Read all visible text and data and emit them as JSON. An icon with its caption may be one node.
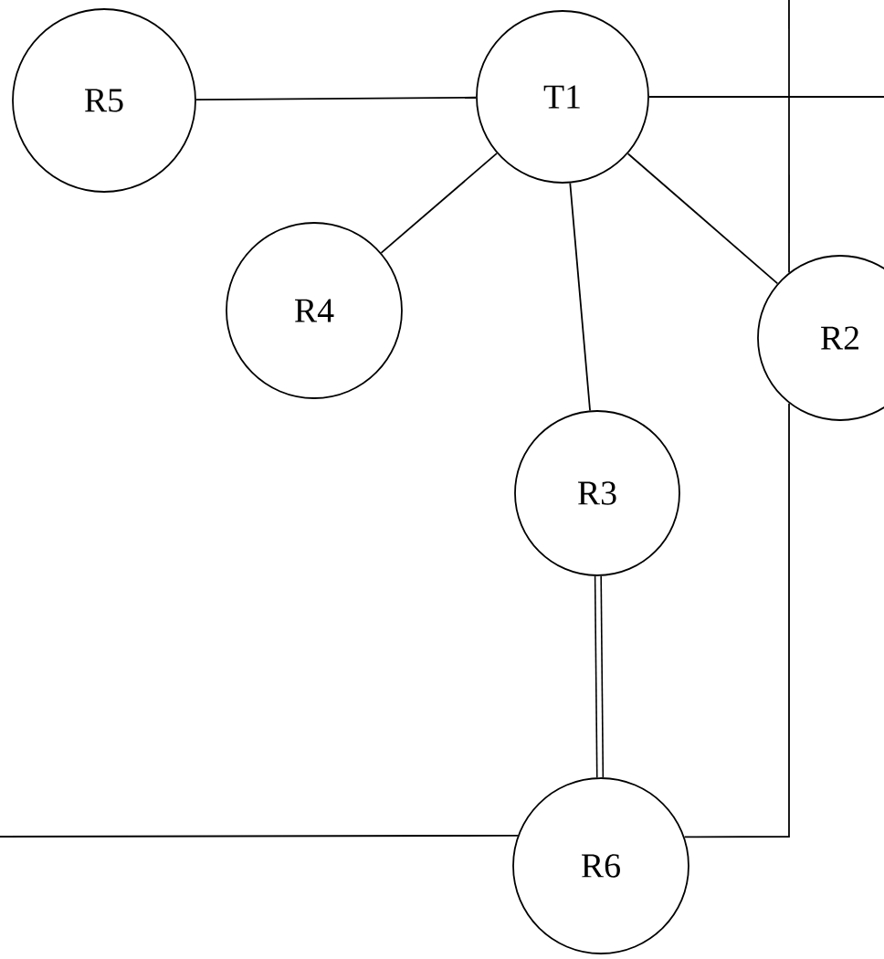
{
  "diagram": {
    "nodes": [
      {
        "text": [
          "R5"
        ]
      },
      {
        "text": [
          "T1"
        ]
      },
      {
        "text": [
          "R4"
        ]
      },
      {
        "text": [
          "R2"
        ]
      },
      {
        "text": [
          "R3"
        ]
      },
      {
        "text": [
          "R6"
        ]
      }
    ],
    "edges": [
      {
        "from": 0,
        "to": 1,
        "arrow": "none"
      },
      {
        "from": 1,
        "to": null,
        "arrow": "none"
      },
      {
        "from": 1,
        "to": 2,
        "arrow": "none"
      },
      {
        "from": 1,
        "to": 4,
        "arrow": "none"
      },
      {
        "from": 1,
        "to": 3,
        "arrow": "none"
      },
      {
        "from": null,
        "to": 3,
        "arrow": "none"
      },
      {
        "from": 3,
        "to": 5,
        "arrow": "none"
      },
      {
        "from": 4,
        "to": 5,
        "arrow": "none",
        "style": "thick"
      },
      {
        "from": 5,
        "to": null,
        "arrow": "none"
      }
    ]
  }
}
